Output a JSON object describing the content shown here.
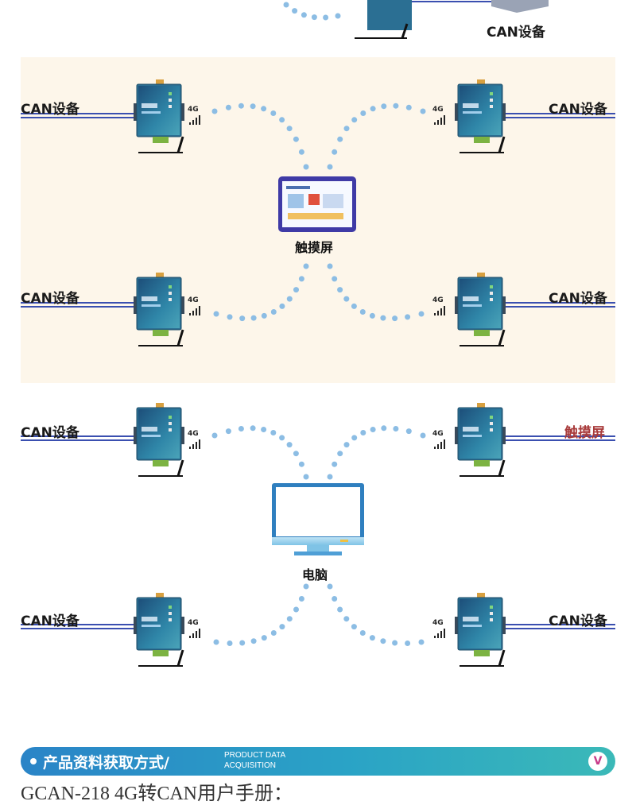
{
  "top": {
    "label_right": "CAN设备"
  },
  "panel1": {
    "center_label": "触摸屏",
    "left_top_label": "CAN设备",
    "right_top_label": "CAN设备",
    "left_bottom_label": "CAN设备",
    "right_bottom_label": "CAN设备"
  },
  "panel2": {
    "center_label": "电脑",
    "left_top_label": "CAN设备",
    "right_top_label": "触摸屏",
    "left_bottom_label": "CAN设备",
    "right_bottom_label": "CAN设备"
  },
  "signal_text": "4G",
  "colors": {
    "panel_bg": "#fdf6ea",
    "dot": "#8cbde4",
    "line": "#3a4fb0",
    "banner_start": "#2a84c7",
    "banner_end": "#3bb9b8"
  },
  "banner": {
    "title": "产品资料获取方式/",
    "sub_line1": "PRODUCT DATA",
    "sub_line2": "ACQUISITION",
    "chevron": "V"
  },
  "doc_line": "GCAN-218     4G转CAN用户手册："
}
